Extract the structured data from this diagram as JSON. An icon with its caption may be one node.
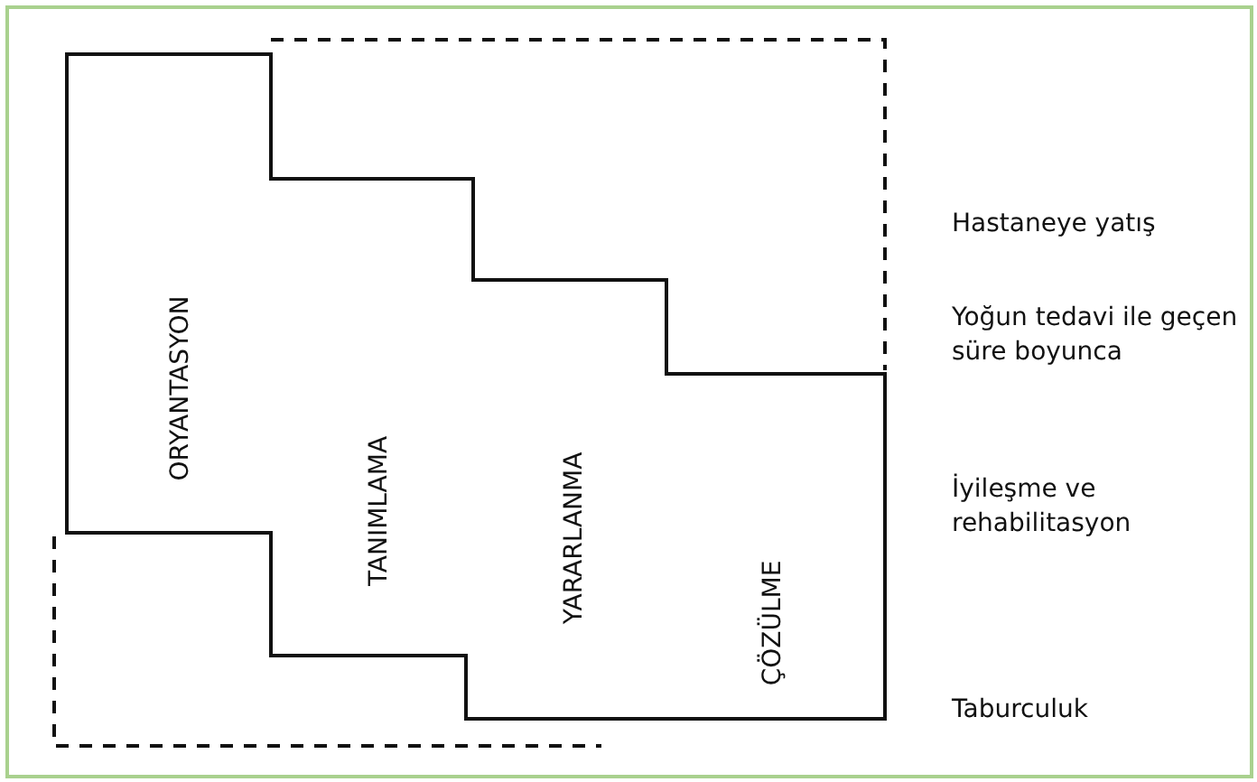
{
  "diagram": {
    "labels": [
      "ORYANTASYON",
      "TANIMLAMA",
      "YARARLANMA",
      "ÇÖZÜLME",
      "Hastaneye yatış",
      "Yoğun tedavi ile geçen süre boyunca",
      "İyileşme ve rehabilitasyon",
      "Taburculuk"
    ]
  }
}
